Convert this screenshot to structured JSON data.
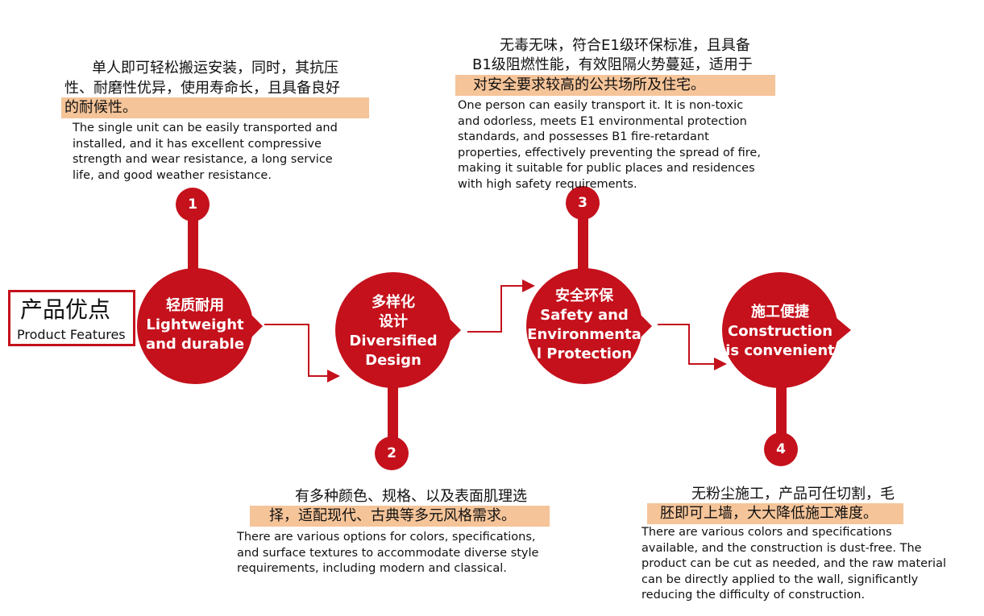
{
  "title": {
    "zh": "产品优点",
    "en": "Product Features"
  },
  "colors": {
    "primary_red": "#c4111c",
    "highlight": "#f5c499",
    "text": "#111111"
  },
  "nodes": [
    {
      "zh": "轻质耐用",
      "en_line1": "Lightweight",
      "en_line2": "and durable",
      "number": "1"
    },
    {
      "zh_line1": "多样化",
      "zh_line2": "设计",
      "en_line1": "Diversified",
      "en_line2": "Design",
      "number": "2"
    },
    {
      "zh": "安全环保",
      "en_line1": "Safety and",
      "en_line2": "Environmenta",
      "en_line3": "l Protection",
      "number": "3"
    },
    {
      "zh": "施工便捷",
      "en_line1": "Construction",
      "en_line2": "is convenient",
      "number": "4"
    }
  ],
  "descriptions": [
    {
      "zh_lines": [
        "单人即可轻松搬运安装，同时，其抗压",
        "性、耐磨性优异，使用寿命长，且具备良好",
        "的耐候性。"
      ],
      "en_lines": [
        "The single unit can be easily transported and",
        "installed, and it has excellent compressive",
        "strength and wear resistance, a long service",
        "life, and good weather resistance."
      ]
    },
    {
      "zh_lines": [
        "有多种颜色、规格、以及表面肌理选",
        "择，适配现代、古典等多元风格需求。"
      ],
      "en_lines": [
        "There are various options for colors, specifications,",
        "and surface textures to accommodate diverse style",
        "requirements, including modern and classical."
      ]
    },
    {
      "zh_lines": [
        "无毒无味，符合E1级环保标准，且具备",
        "B1级阻燃性能，有效阻隔火势蔓延，适用于",
        "对安全要求较高的公共场所及住宅。"
      ],
      "en_lines": [
        "One person can easily transport it. It is non-toxic",
        "and odorless, meets E1 environmental protection",
        "standards, and possesses B1 fire-retardant",
        "properties, effectively preventing the spread of fire,",
        "making it suitable for public places and residences",
        "with high safety requirements."
      ]
    },
    {
      "zh_lines": [
        "无粉尘施工，产品可任切割，毛",
        "胚即可上墙，大大降低施工难度。"
      ],
      "en_lines": [
        "There are various colors and specifications",
        "available, and the construction is dust-free. The",
        "product can be cut as needed, and the raw material",
        "can be directly applied to the wall, significantly",
        "reducing the difficulty of construction."
      ]
    }
  ]
}
